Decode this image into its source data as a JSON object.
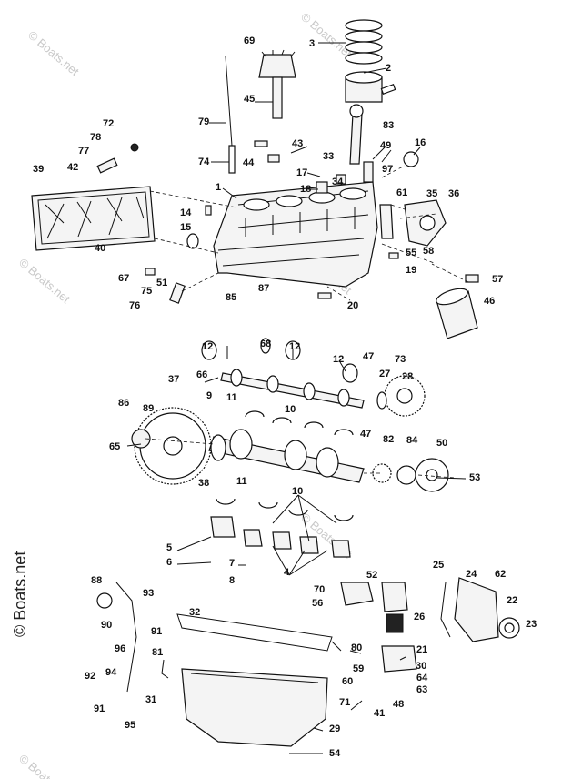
{
  "watermark": "© Boats.net",
  "diagram": {
    "callouts": [
      "1",
      "2",
      "3",
      "4",
      "5",
      "6",
      "7",
      "8",
      "9",
      "10",
      "10",
      "11",
      "11",
      "12",
      "12",
      "12",
      "14",
      "15",
      "16",
      "17",
      "18",
      "19",
      "20",
      "21",
      "22",
      "23",
      "24",
      "25",
      "26",
      "27",
      "28",
      "29",
      "30",
      "31",
      "32",
      "33",
      "34",
      "35",
      "36",
      "37",
      "38",
      "39",
      "40",
      "41",
      "42",
      "43",
      "44",
      "45",
      "46",
      "47",
      "47",
      "48",
      "49",
      "50",
      "51",
      "52",
      "53",
      "54",
      "55",
      "56",
      "57",
      "58",
      "59",
      "60",
      "61",
      "62",
      "63",
      "64",
      "65",
      "66",
      "67",
      "68",
      "69",
      "70",
      "71",
      "72",
      "73",
      "74",
      "75",
      "76",
      "77",
      "78",
      "79",
      "80",
      "81",
      "82",
      "83",
      "84",
      "85",
      "86",
      "87",
      "88",
      "89",
      "90",
      "91",
      "91",
      "92",
      "93",
      "94",
      "95",
      "96",
      "97"
    ]
  }
}
